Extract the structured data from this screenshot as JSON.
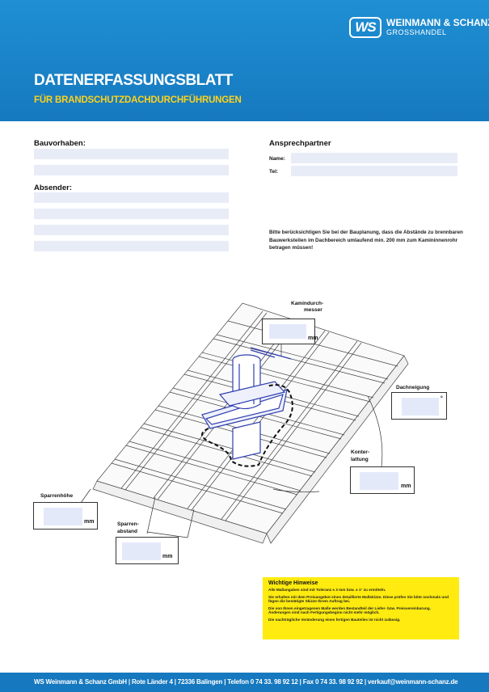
{
  "header": {
    "logo_badge": "WS",
    "logo_name": "WEINMANN & SCHANZ",
    "logo_sub": "GROSSHANDEL",
    "title": "DATENERFASSUNGSBLATT",
    "subtitle": "FÜR BRANDSCHUTZDACHDURCHFÜHRUNGEN"
  },
  "form": {
    "bauvorhaben_label": "Bauvorhaben:",
    "absender_label": "Absender:",
    "ansprechpartner_label": "Ansprechpartner",
    "name_label": "Name:",
    "tel_label": "Tel:",
    "bauvorhaben_values": [
      "",
      ""
    ],
    "absender_values": [
      "",
      "",
      "",
      ""
    ],
    "name_value": "",
    "tel_value": ""
  },
  "note": "Bitte berücksichtigen Sie bei der Bauplanung, dass die Abstände zu brennbaren Bauwerksteilen im Dachbereich umlaufend min. 200 mm zum Kamininnenrohr betragen müssen!",
  "diagram": {
    "kamin_label_1": "Kamindurch-",
    "kamin_label_2": "messer",
    "kamin_unit": "mm",
    "dachneigung_label": "Dachneigung",
    "dachneigung_unit": "°",
    "konter_label_1": "Konter-",
    "konter_label_2": "lattung",
    "konter_unit": "mm",
    "sparrenhoehe_label": "Sparrenhöhe",
    "sparrenhoehe_unit": "mm",
    "sparren_label_1": "Sparren-",
    "sparren_label_2": "abstand",
    "sparren_unit": "mm",
    "kamin_value": "",
    "dachneigung_value": "",
    "konter_value": "",
    "sparrenhoehe_value": "",
    "sparren_value": ""
  },
  "hints": {
    "title": "Wichtige Hinweise",
    "lines": [
      "Alle Maßangaben sind mit Toleranz ± 3 mm bzw. ± 1° zu ermitteln.",
      "Sie erhalten mit dem Preisangebot eines detaillierte Maßskizze. Diese prüfen Sie bitte nochmals und fügen die bestätigte Skizze Ihrem Auftrag bei.",
      "Die von Ihnen eingetragenen Maße werden Bestandteil der Liefer- bzw. Preisvereinbarung. Änderungen sind nach Fertigungsbeginn nicht mehr möglich.",
      "Die nachträgliche Veränderung eines fertigen Bauteiles ist nicht zulässig."
    ]
  },
  "footer": "WS Weinmann & Schanz GmbH | Rote Länder 4 | 72336 Balingen | Telefon 0 74 33. 98 92 12 | Fax 0 74 33. 98 92 92 | verkauf@weinmann-schanz.de",
  "colors": {
    "header_blue": "#1f8fd3",
    "footer_blue": "#1679bf",
    "accent_yellow": "#ffd21a",
    "hint_yellow": "#ffeb0f",
    "field_fill": "#e8ecf7",
    "pipe_blue": "#2f3fb0"
  }
}
